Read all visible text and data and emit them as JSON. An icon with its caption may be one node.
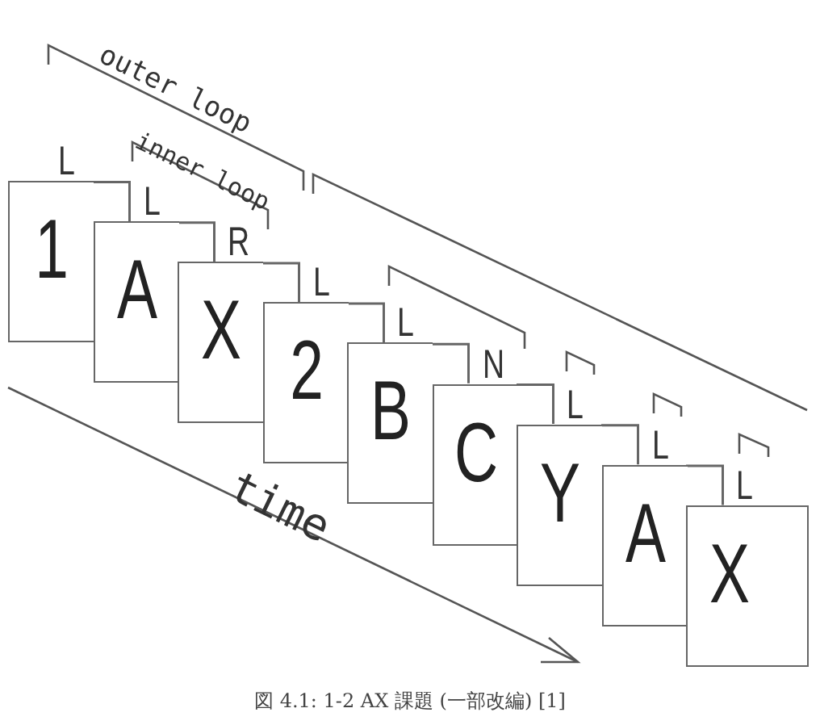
{
  "diagram": {
    "caption": "図 4.1: 1-2 AX 課題 (一部改編) [1]",
    "nodes": [
      {
        "text": [
          "1"
        ],
        "beside": [
          "L"
        ]
      },
      {
        "text": [
          "A"
        ],
        "beside": [
          "L"
        ]
      },
      {
        "text": [
          "X"
        ],
        "beside": [
          "R"
        ]
      },
      {
        "text": [
          "2"
        ],
        "beside": [
          "L"
        ]
      },
      {
        "text": [
          "B"
        ],
        "beside": [
          "L"
        ]
      },
      {
        "text": [
          "C"
        ],
        "beside": [
          "N"
        ]
      },
      {
        "text": [
          "Y"
        ],
        "beside": [
          "L"
        ]
      },
      {
        "text": [
          "A"
        ],
        "beside": [
          "L"
        ]
      },
      {
        "text": [
          "X"
        ],
        "beside": [
          "L"
        ]
      }
    ],
    "labels": [
      "outer loop",
      "inner loop",
      "time"
    ]
  }
}
